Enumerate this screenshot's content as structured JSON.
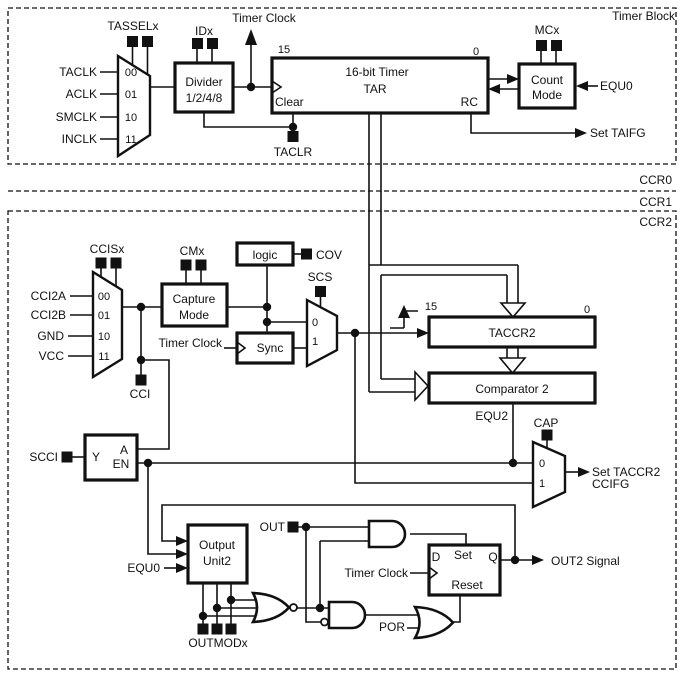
{
  "timer_block": {
    "title": "Timer Block",
    "tassel_label": "TASSELx",
    "clock_inputs": [
      "TACLK",
      "ACLK",
      "SMCLK",
      "INCLK"
    ],
    "mux_codes": [
      "00",
      "01",
      "10",
      "11"
    ],
    "idx_label": "IDx",
    "divider_line1": "Divider",
    "divider_line2": "1/2/4/8",
    "timer_clock": "Timer Clock",
    "taclr": "TACLR",
    "tar_bit15": "15",
    "tar_bit0": "0",
    "tar_line1": "16-bit Timer",
    "tar_line2": "TAR",
    "tar_clear": "Clear",
    "tar_rc": "RC",
    "mcx_label": "MCx",
    "count_line1": "Count",
    "count_line2": "Mode",
    "equ0": "EQU0",
    "set_taifg": "Set TAIFG"
  },
  "rows": {
    "ccr0": "CCR0",
    "ccr1": "CCR1",
    "ccr2": "CCR2"
  },
  "ccr2": {
    "ccis_label": "CCISx",
    "capture_inputs": [
      "CCI2A",
      "CCI2B",
      "GND",
      "VCC"
    ],
    "mux_codes": [
      "00",
      "01",
      "10",
      "11"
    ],
    "cmx_label": "CMx",
    "capture_line1": "Capture",
    "capture_line2": "Mode",
    "logic_label": "logic",
    "cov": "COV",
    "scs": "SCS",
    "sync_label": "Sync",
    "timer_clock_sync": "Timer Clock",
    "cci": "CCI",
    "taccr2_bit15": "15",
    "taccr2_bit0": "0",
    "taccr2_label": "TACCR2",
    "comparator_label": "Comparator 2",
    "equ2": "EQU2",
    "cap_label": "CAP",
    "cap_mux0": "0",
    "cap_mux1": "1",
    "scs_mux0": "0",
    "scs_mux1": "1",
    "scci": "SCCI",
    "latch_y": "Y",
    "latch_a": "A",
    "latch_en": "EN",
    "set_ccifg_line1": "Set TACCR2",
    "set_ccifg_line2": "CCIFG",
    "output_line1": "Output",
    "output_line2": "Unit2",
    "equ0": "EQU0",
    "out_label": "OUT",
    "outmod_label": "OUTMODx",
    "ff_d": "D",
    "ff_set": "Set",
    "ff_q": "Q",
    "ff_reset": "Reset",
    "timer_clock_ff": "Timer Clock",
    "por": "POR",
    "out2_signal": "OUT2 Signal"
  },
  "colors": {
    "line": "#111111",
    "background": "#ffffff"
  }
}
